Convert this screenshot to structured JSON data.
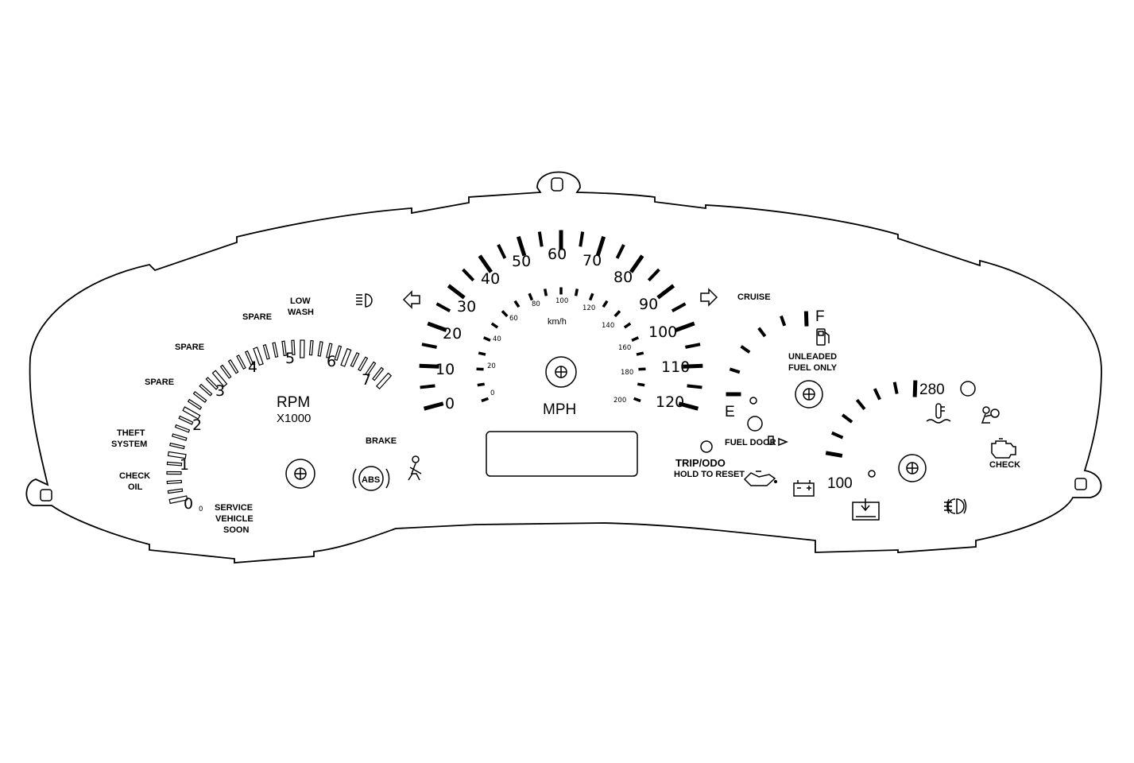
{
  "colors": {
    "line": "#000000",
    "background": "#ffffff"
  },
  "tachometer": {
    "numbers": [
      "0",
      "1",
      "2",
      "3",
      "4",
      "5",
      "6",
      "7"
    ],
    "unit_line1": "RPM",
    "unit_line2": "X1000",
    "subscript": "0"
  },
  "speedometer": {
    "mph_numbers": [
      "0",
      "10",
      "20",
      "30",
      "40",
      "50",
      "60",
      "70",
      "80",
      "90",
      "100",
      "110",
      "120"
    ],
    "kmh_numbers": [
      "0",
      "20",
      "40",
      "60",
      "80",
      "100",
      "120",
      "140",
      "160",
      "180",
      "200"
    ],
    "unit": "MPH",
    "kmh_unit": "km/h"
  },
  "fuel_gauge": {
    "full": "F",
    "empty": "E",
    "note_line1": "UNLEADED",
    "note_line2": "FUEL ONLY"
  },
  "temp_gauge": {
    "max": "280",
    "min": "100"
  },
  "labels": {
    "low_wash_1": "LOW",
    "low_wash_2": "WASH",
    "spare_1": "SPARE",
    "spare_2": "SPARE",
    "spare_3": "SPARE",
    "theft_1": "THEFT",
    "theft_2": "SYSTEM",
    "check_oil_1": "CHECK",
    "check_oil_2": "OIL",
    "service_1": "SERVICE",
    "service_2": "VEHICLE",
    "service_3": "SOON",
    "brake": "BRAKE",
    "abs": "ABS",
    "cruise": "CRUISE",
    "fuel_door": "FUEL DOOR",
    "trip_odo": "TRIP/ODO",
    "hold_reset": "HOLD TO RESET",
    "check_engine": "CHECK"
  },
  "icons": {
    "headlamp": "high-beam-icon",
    "left_turn": "left-arrow-icon",
    "right_turn": "right-arrow-icon",
    "seatbelt": "seatbelt-icon",
    "abs": "abs-icon",
    "fuel_pump": "fuel-pump-icon",
    "coolant": "coolant-temp-icon",
    "airbag": "airbag-icon",
    "engine": "check-engine-icon",
    "oil": "oil-can-icon",
    "battery": "battery-icon",
    "trunk": "trunk-ajar-icon",
    "fog": "fog-lamp-icon"
  }
}
